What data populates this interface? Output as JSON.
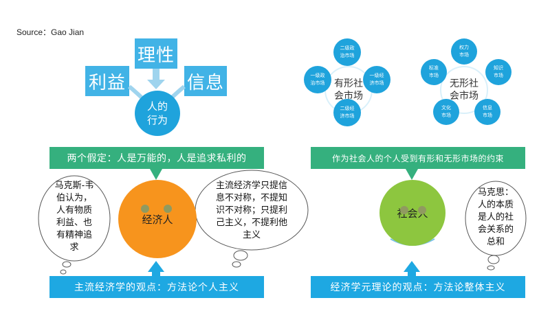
{
  "source": "Source：Gao Jian",
  "left_top": {
    "box_left": "利益",
    "box_top": "理性",
    "box_right": "信息",
    "center_line1": "人的",
    "center_line2": "行为"
  },
  "market_tangible": {
    "center_line1": "有形社",
    "center_line2": "会市场",
    "nodes": [
      {
        "line1": "二级政",
        "line2": "治市场"
      },
      {
        "line1": "一级政",
        "line2": "治市场"
      },
      {
        "line1": "一级经",
        "line2": "济市场"
      },
      {
        "line1": "二级经",
        "line2": "济市场"
      }
    ]
  },
  "market_intangible": {
    "center_line1": "无形社",
    "center_line2": "会市场",
    "nodes": [
      {
        "line1": "权力",
        "line2": "市场"
      },
      {
        "line1": "标准",
        "line2": "市场"
      },
      {
        "line1": "知识",
        "line2": "市场"
      },
      {
        "line1": "文化",
        "line2": "市场"
      },
      {
        "line1": "信息",
        "line2": "市场"
      }
    ]
  },
  "banner_left": "两个假定：人是万能的，人是追求私利的",
  "banner_right": "作为社会人的个人受到有形和无形市场的约束",
  "face_left_label": "经济人",
  "face_right_label": "社会人",
  "thought_left": [
    "马克斯-韦",
    "伯认为，",
    "人有物质",
    "利益、也",
    "有精神追",
    "求"
  ],
  "thought_middle": [
    "主流经济学只提信",
    "息不对称，不提知",
    "识不对称；只提利",
    "己主义，不提利他",
    "主义"
  ],
  "thought_right": [
    "马克思：",
    "人的本质",
    "是人的社",
    "会关系的",
    "总和"
  ],
  "bottom_left": "主流经济学的观点：方法论个人主义",
  "bottom_right": "经济学元理论的观点：方法论整体主义",
  "colors": {
    "box_blue": "#41b3e6",
    "bubble_blue": "#1fa3dc",
    "green_banner": "#35b07e",
    "orange_face": "#f7941d",
    "green_face": "#8dc63f"
  }
}
